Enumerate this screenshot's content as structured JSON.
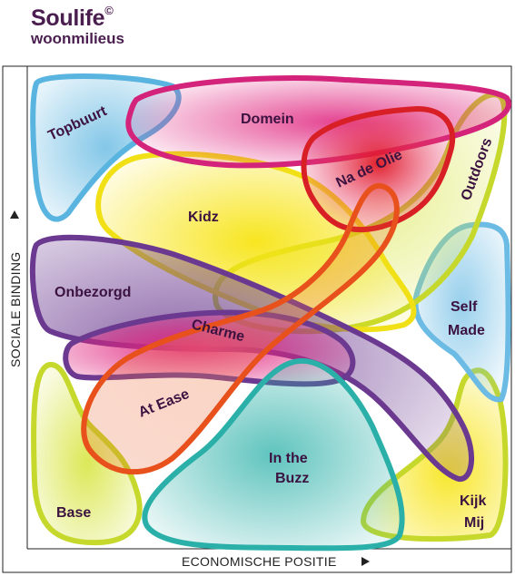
{
  "brand": {
    "name": "Soulife",
    "mark": "©",
    "subtitle": "woonmilieus"
  },
  "axes": {
    "y_label": "SOCIALE BINDING",
    "x_label": "ECONOMISCHE POSITIE",
    "arrow_icon": "triangle-arrow-icon"
  },
  "segments": [
    {
      "id": "topbuurt",
      "label": "Topbuurt",
      "color": "#5ab4e0"
    },
    {
      "id": "domein",
      "label": "Domein",
      "color": "#d4237a"
    },
    {
      "id": "na-de-olie",
      "label": "Na de Olie",
      "color": "#d81f26"
    },
    {
      "id": "outdoors",
      "label": "Outdoors",
      "color": "#c5d82b"
    },
    {
      "id": "kidz",
      "label": "Kidz",
      "color": "#f1e016"
    },
    {
      "id": "onbezorgd",
      "label": "Onbezorgd",
      "color": "#6b3a90"
    },
    {
      "id": "charme",
      "label": "Charme",
      "color": "#d4237a"
    },
    {
      "id": "self-made",
      "label": "Self Made",
      "color": "#6bbbe4"
    },
    {
      "id": "at-ease",
      "label": "At Ease",
      "color": "#e8501c"
    },
    {
      "id": "in-the-buzz",
      "label": "In the Buzz",
      "color": "#2ab0a8"
    },
    {
      "id": "base",
      "label": "Base",
      "color": "#c5d82b"
    },
    {
      "id": "kijk-mij",
      "label": "Kijk Mij",
      "color": "#c5d82b"
    }
  ]
}
